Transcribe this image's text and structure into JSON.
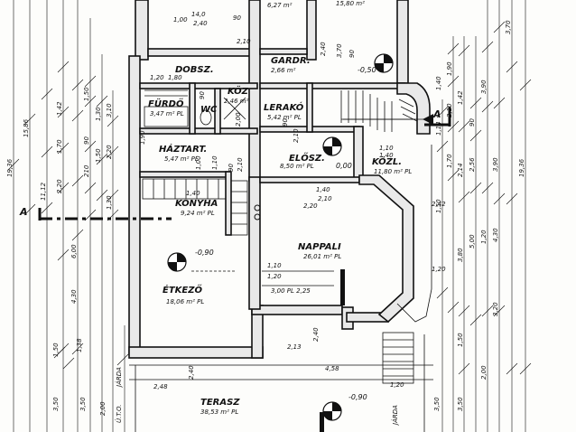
{
  "rooms": {
    "dobsz": {
      "name": "DOBSZ.",
      "area": ""
    },
    "furdo": {
      "name": "FÜRDŐ",
      "area": "3,47 m² PL"
    },
    "wc": {
      "name": "WC",
      "area": ""
    },
    "koz": {
      "name": "KÖZ",
      "area": "2,46 m²"
    },
    "gardr": {
      "name": "GARDR.",
      "area": "2,66 m²"
    },
    "lerako": {
      "name": "LERAKÓ",
      "area": "5,42 m² PL"
    },
    "haztart": {
      "name": "HÁZTART.",
      "area": "5,47 m² PL"
    },
    "eloter": {
      "name": "ELŐSZ.",
      "area": "8,50 m² PL"
    },
    "kozl": {
      "name": "KÖZL.",
      "area": "11,80 m² PL"
    },
    "konyha": {
      "name": "KONYHA",
      "area": "9,24 m² PL"
    },
    "nappali": {
      "name": "NAPPALI",
      "area": "26,01 m² PL"
    },
    "etkezo": {
      "name": "ÉTKEZŐ",
      "area": "18,06 m² PL"
    },
    "terasz": {
      "name": "TERASZ",
      "area": "38,53 m² PL"
    }
  },
  "section_marks": {
    "left": "A",
    "right": "A"
  },
  "level_marks": {
    "gardr": "-0,50",
    "eloter": "0,00",
    "etkezo": "-0,90",
    "terasz": "-0,90"
  },
  "top_labels": {
    "upper_left": "14,0",
    "upper_mid": "6,27 m²",
    "upper_right": "15,80 m²"
  },
  "dimensions": {
    "left_outer": [
      "15,86",
      "19,36",
      "11,12"
    ],
    "left_inner": [
      "1,42",
      "1,70",
      "2,20",
      "6,00",
      "4,30"
    ],
    "left_chain": [
      "1,50",
      "90",
      "210",
      "1,30",
      "1,50",
      "3,10",
      "2,20",
      "1,30"
    ],
    "left_bottom": [
      "3,50",
      "3,50",
      "2,00",
      "1,50",
      "1,38"
    ],
    "right_outer": [
      "3,70",
      "19,36"
    ],
    "right_inner": [
      "2,56",
      "3,90",
      "1,20",
      "4,30",
      "5,00",
      "3,90",
      "3,20"
    ],
    "right_chain": [
      "1,40",
      "1,90",
      "2,10",
      "1,70",
      "1,42",
      "2,14",
      "3,80",
      "1,50",
      "90",
      "1,50",
      "1,14"
    ],
    "right_bottom": [
      "3,50",
      "3,50",
      "2,00"
    ],
    "horizontal": {
      "konyha_top": "1,40",
      "nappali_dim1": "1,10",
      "nappali_dim2": "1,20",
      "nappali_dim3": "3,00 PL 2,25",
      "nappali_mid": "2,20",
      "terasz_w": "4,58",
      "terasz_left": "2,48",
      "terasz_right": "1,20",
      "etk_bottom": "2,13",
      "eloter_w1": "1,40",
      "eloter_w2": "2,10",
      "kozl_a": "1,10",
      "kozl_b": "1,40",
      "mid_a": "2,40",
      "mid_b": "2,40",
      "stair_a": "2,42",
      "stair_b": "1,20"
    },
    "small": {
      "furdo_a": "1,20",
      "furdo_b": "1,80",
      "furdo_c": "1,90",
      "koz_a": "90",
      "koz_b": "2,00",
      "top_a": "1,00",
      "top_b": "2,40",
      "top_c": "90",
      "top_d": "2,10",
      "hz_a": "1,00",
      "hz_b": "1,10",
      "lerako_a": "90",
      "lerako_b": "2,10",
      "gar_a": "3,70",
      "gar_b": "90",
      "gar_c": "2,40",
      "elo_a": "90",
      "elo_b": "2,10"
    }
  },
  "side_labels": {
    "left_jarda": "JÁRDA",
    "left_uto": "Ú.T.O.",
    "right_jarda": "JÁRDA"
  }
}
